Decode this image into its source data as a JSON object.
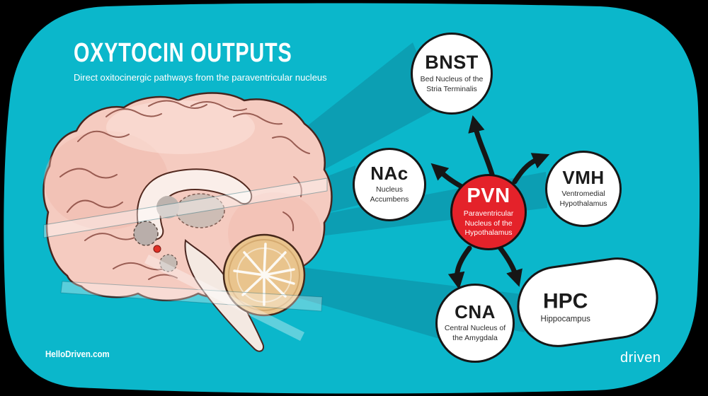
{
  "header": {
    "title": "OXYTOCIN OUTPUTS",
    "subtitle": "Direct oxitocinergic pathways from the paraventricular nucleus"
  },
  "center_node": {
    "abbr": "PVN",
    "full": "Paraventricular Nucleus of the Hypothalamus"
  },
  "nodes": [
    {
      "id": "bnst",
      "abbr": "BNST",
      "full": "Bed Nucleus of the Stria Terminalis"
    },
    {
      "id": "nac",
      "abbr": "NAc",
      "full": "Nucleus Accumbens"
    },
    {
      "id": "vmh",
      "abbr": "VMH",
      "full": "Ventromedial Hypothalamus"
    },
    {
      "id": "cna",
      "abbr": "CNA",
      "full": "Central Nucleus of the Amygdala"
    },
    {
      "id": "hpc",
      "abbr": "HPC",
      "full": "Hippocampus"
    }
  ],
  "connections": [
    {
      "from": "PVN",
      "to": "BNST"
    },
    {
      "from": "PVN",
      "to": "NAc"
    },
    {
      "from": "PVN",
      "to": "VMH"
    },
    {
      "from": "PVN",
      "to": "CNA"
    },
    {
      "from": "PVN",
      "to": "HPC"
    }
  ],
  "footer": {
    "website": "HelloDriven.com",
    "brand": "driven"
  },
  "colors": {
    "background": "#000000",
    "canvas_teal": "#0bb7cb",
    "beam_teal": "#0d9cb1",
    "pvn_red": "#e4222a",
    "node_fill": "#ffffff",
    "outline_black": "#161616",
    "text_white": "#ffffff",
    "cortex_pink": "#f5cbc0",
    "cerebellum_tan": "#e9c48d"
  }
}
